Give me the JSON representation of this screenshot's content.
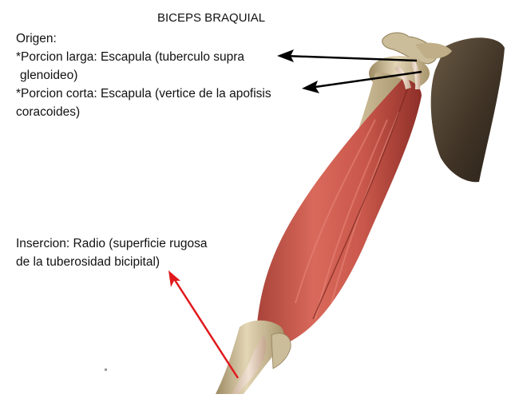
{
  "title": "BICEPS BRAQUIAL",
  "origin": {
    "heading": "Origen:",
    "long_head_line1": "*Porcion larga: Escapula (tuberculo supra",
    "long_head_line2": "glenoideo)",
    "short_head_line1": "*Porcion corta: Escapula (vertice de la apofisis",
    "short_head_line2": "coracoides)"
  },
  "insertion": {
    "line1": "Insercion: Radio (superficie rugosa",
    "line2": "de la tuberosidad bicipital)"
  },
  "colors": {
    "bone": "#d8c9a6",
    "bone_shadow": "#8f7d57",
    "scapula": "#4a3c2c",
    "muscle": "#c9574b",
    "muscle_dark": "#8e2f28",
    "tendon": "#e8d4c4",
    "arrow_black": "#000000",
    "arrow_red": "#e0191c"
  }
}
